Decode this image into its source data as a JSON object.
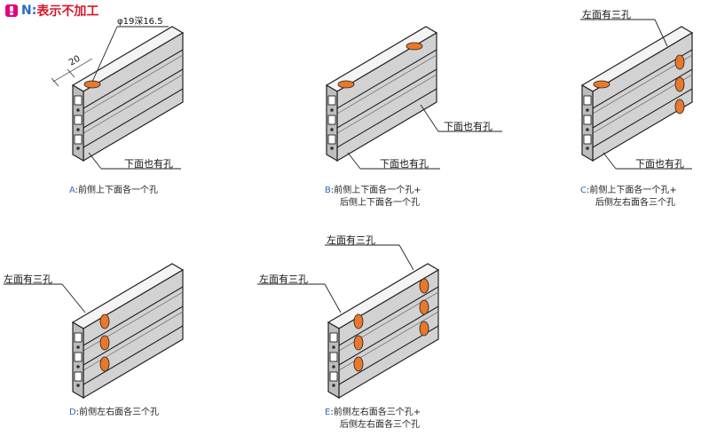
{
  "header": {
    "code": "N",
    "sep": ":",
    "text": "表示不加工"
  },
  "dimension": {
    "diameter_note": "φ19深16.5",
    "offset": "20"
  },
  "labels": {
    "bottom_also": "下面也有孔",
    "left_three": "左面有三孔"
  },
  "captions": [
    {
      "code": "A",
      "sep": ":",
      "line1": "前侧上下面各一个孔",
      "line2": ""
    },
    {
      "code": "B",
      "sep": ":",
      "line1": "前侧上下面各一个孔+",
      "line2": "后侧上下面各一个孔"
    },
    {
      "code": "C",
      "sep": ":",
      "line1": "前侧上下面各一个孔+",
      "line2": "后侧左右面各三个孔"
    },
    {
      "code": "D",
      "sep": ":",
      "line1": "前侧左右面各三个孔",
      "line2": ""
    },
    {
      "code": "E",
      "sep": ":",
      "line1": "前侧左右面各三个孔+",
      "line2": "后侧左右面各三个孔"
    }
  ],
  "colors": {
    "hole": "#e8782c",
    "accent_code": "#2a6bc4",
    "header_text": "#d8162a",
    "badge": "#e4007f"
  }
}
